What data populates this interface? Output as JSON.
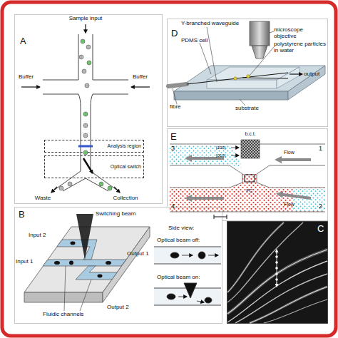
{
  "diagram": {
    "nodes": [
      {
        "text": [
          "A"
        ]
      },
      {
        "text": [
          "Analysis region"
        ],
        "in": 0
      },
      {
        "text": [
          "Optical switch"
        ],
        "in": 0
      },
      {
        "text": [
          "D"
        ]
      },
      {
        "text": [
          "E"
        ]
      },
      {
        "text": [
          "B"
        ]
      },
      {
        "text": [
          "C"
        ]
      }
    ],
    "labels": [
      "Sample input",
      "Buffer",
      "Buffer",
      "Waste",
      "Collection",
      "Y-branched waveguide",
      "microscope objective",
      "PDMS cell",
      "polystyrene particles in water",
      "fibre",
      "output",
      "substrate",
      "3",
      "1",
      "[100]",
      "[010]",
      "b.c.t.",
      "4",
      "2",
      "Flow",
      "Flow",
      "FC",
      "Input 2",
      "Switching beam",
      "Input 1",
      "Output 1",
      "Output 2",
      "Fluidic channels",
      "Side view:",
      "Optical beam off:",
      "Optical beam on:"
    ]
  }
}
